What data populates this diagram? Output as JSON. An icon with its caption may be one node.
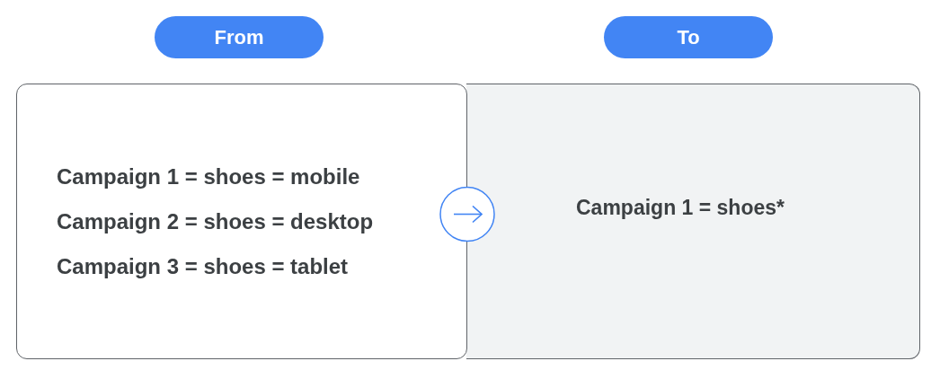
{
  "diagram": {
    "nodes": [
      {
        "text": [
          "From"
        ]
      },
      {
        "text": [
          "To"
        ]
      },
      {
        "text": [
          "Campaign 1 = shoes = mobile",
          "Campaign 2 = shoes = desktop",
          "Campaign 3 = shoes = tablet"
        ]
      },
      {
        "text": [
          "Campaign 1 = shoes*"
        ]
      }
    ],
    "edges": [
      {
        "from": 2,
        "to": 3,
        "arrow": "to"
      }
    ]
  }
}
